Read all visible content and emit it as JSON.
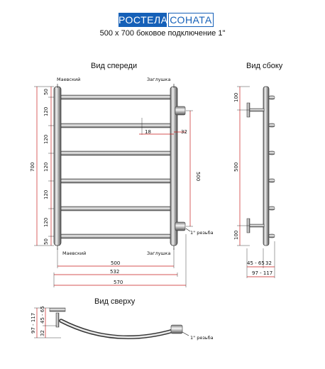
{
  "brand": {
    "left": "РОСТЕЛА",
    "right": "СОНАТА",
    "left_color": "#1560b8"
  },
  "subtitle": "500 x 700 боковое подключение 1\"",
  "views": {
    "front": "Вид спереди",
    "side": "Вид сбоку",
    "top": "Вид сверху"
  },
  "labels": {
    "maevsky_top": "Маевский",
    "plug_top": "Заглушка",
    "maevsky_bottom": "Маевский",
    "plug_bottom": "Заглушка",
    "thread_front": "1\" резьба",
    "thread_top": "1\" резьба"
  },
  "dims_front": {
    "left_segments": [
      "50",
      "120",
      "120",
      "120",
      "120",
      "120",
      "50"
    ],
    "total_height": "700",
    "center_height": "500",
    "d18": "18",
    "d32": "32",
    "w500": "500",
    "w532": "532",
    "w570": "570"
  },
  "dims_side": {
    "top": "100",
    "middle": "500",
    "bottom": "100",
    "depth_a": "45 - 65",
    "depth_b": "32",
    "depth_total": "97 - 117"
  },
  "dims_top": {
    "total": "97 - 117",
    "a": "32",
    "b": "45 - 65"
  },
  "colors": {
    "accent": "#1560b8",
    "red": "#c81e1e",
    "line": "#111111"
  }
}
